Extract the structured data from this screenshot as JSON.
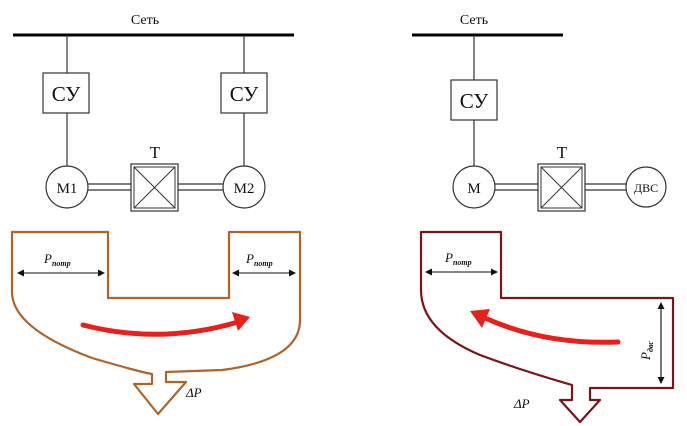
{
  "left": {
    "network": "Сеть",
    "controls": [
      "СУ",
      "СУ"
    ],
    "motors": [
      "M1",
      "M2"
    ],
    "transmission": "T",
    "flow": {
      "p_left": {
        "symbol": "P",
        "sub": "потр"
      },
      "p_right": {
        "symbol": "P",
        "sub": "потр"
      },
      "loss": "ΔP"
    },
    "colors": {
      "outline": "#b0642a",
      "arrow": "#e8201b"
    }
  },
  "right": {
    "network": "Сеть",
    "control": "СУ",
    "motor": "M",
    "transmission": "T",
    "engine": "ДВС",
    "flow": {
      "p_left": {
        "symbol": "P",
        "sub": "потр"
      },
      "p_vertical": {
        "symbol": "P",
        "sub": "двс"
      },
      "loss": "ΔP"
    },
    "colors": {
      "outline": "#7a1418",
      "arrow": "#e8201b"
    }
  }
}
